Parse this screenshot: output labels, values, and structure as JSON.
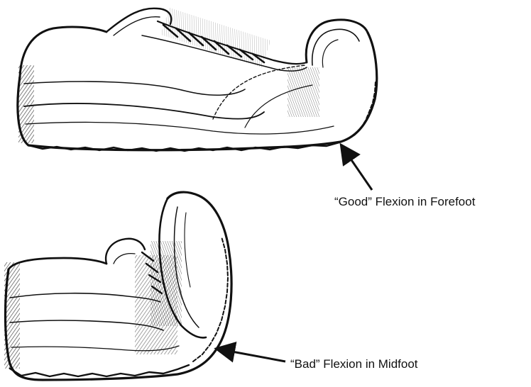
{
  "figure": {
    "good_label": "“Good” Flexion in Forefoot",
    "bad_label": "“Bad” Flexion in Midfoot"
  },
  "colors": {
    "ink": "#111111",
    "paper": "#ffffff"
  },
  "illustrations": [
    {
      "name": "shoe-forefoot-flexion-drawing",
      "depicts": "shoe bending at the forefoot"
    },
    {
      "name": "shoe-midfoot-flexion-drawing",
      "depicts": "shoe bending at the midfoot"
    }
  ]
}
